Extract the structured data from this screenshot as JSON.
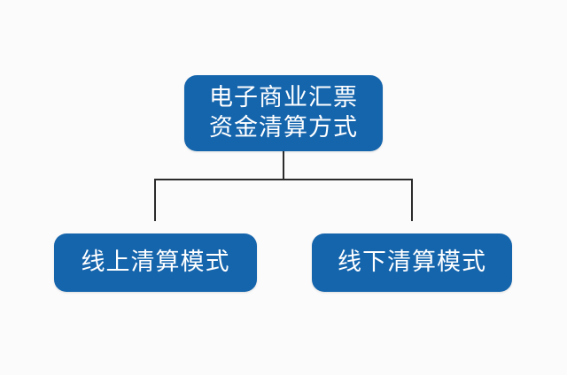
{
  "colors": {
    "node_fill": "#1565ad",
    "node_text": "#ffffff",
    "connector": "#2b2b2b",
    "background": "#fbfbfb"
  },
  "root": {
    "lines": [
      "电子商业汇票",
      "资金清算方式"
    ]
  },
  "children": [
    {
      "label": "线上清算模式"
    },
    {
      "label": "线下清算模式"
    }
  ]
}
